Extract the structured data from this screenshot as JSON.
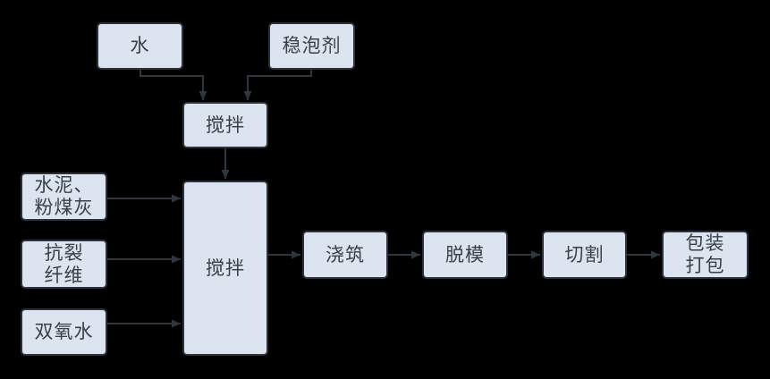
{
  "diagram": {
    "title": "foam-concrete-production-flowchart",
    "colors": {
      "background": "#000000",
      "box_fill": "#dbe4ef",
      "box_border": "#2b323d",
      "arrow": "#2f363e",
      "text": "#3b4046"
    },
    "nodes": {
      "water": {
        "label": "水"
      },
      "foam_stabilizer": {
        "label": "稳泡剂"
      },
      "mix_1": {
        "label": "搅拌"
      },
      "cement_flyash": {
        "label": "水泥、\n粉煤灰"
      },
      "anticrack_fiber": {
        "label": "抗裂\n纤维"
      },
      "hydrogen_peroxide": {
        "label": "双氧水"
      },
      "mix_2": {
        "label": "搅拌"
      },
      "pouring": {
        "label": "浇筑"
      },
      "demolding": {
        "label": "脱模"
      },
      "cutting": {
        "label": "切割"
      },
      "packing": {
        "label": "包装\n打包"
      }
    },
    "edges": [
      {
        "from": "water",
        "to": "mix_1"
      },
      {
        "from": "foam_stabilizer",
        "to": "mix_1"
      },
      {
        "from": "mix_1",
        "to": "mix_2"
      },
      {
        "from": "cement_flyash",
        "to": "mix_2"
      },
      {
        "from": "anticrack_fiber",
        "to": "mix_2"
      },
      {
        "from": "hydrogen_peroxide",
        "to": "mix_2"
      },
      {
        "from": "mix_2",
        "to": "pouring"
      },
      {
        "from": "pouring",
        "to": "demolding"
      },
      {
        "from": "demolding",
        "to": "cutting"
      },
      {
        "from": "cutting",
        "to": "packing"
      }
    ]
  }
}
